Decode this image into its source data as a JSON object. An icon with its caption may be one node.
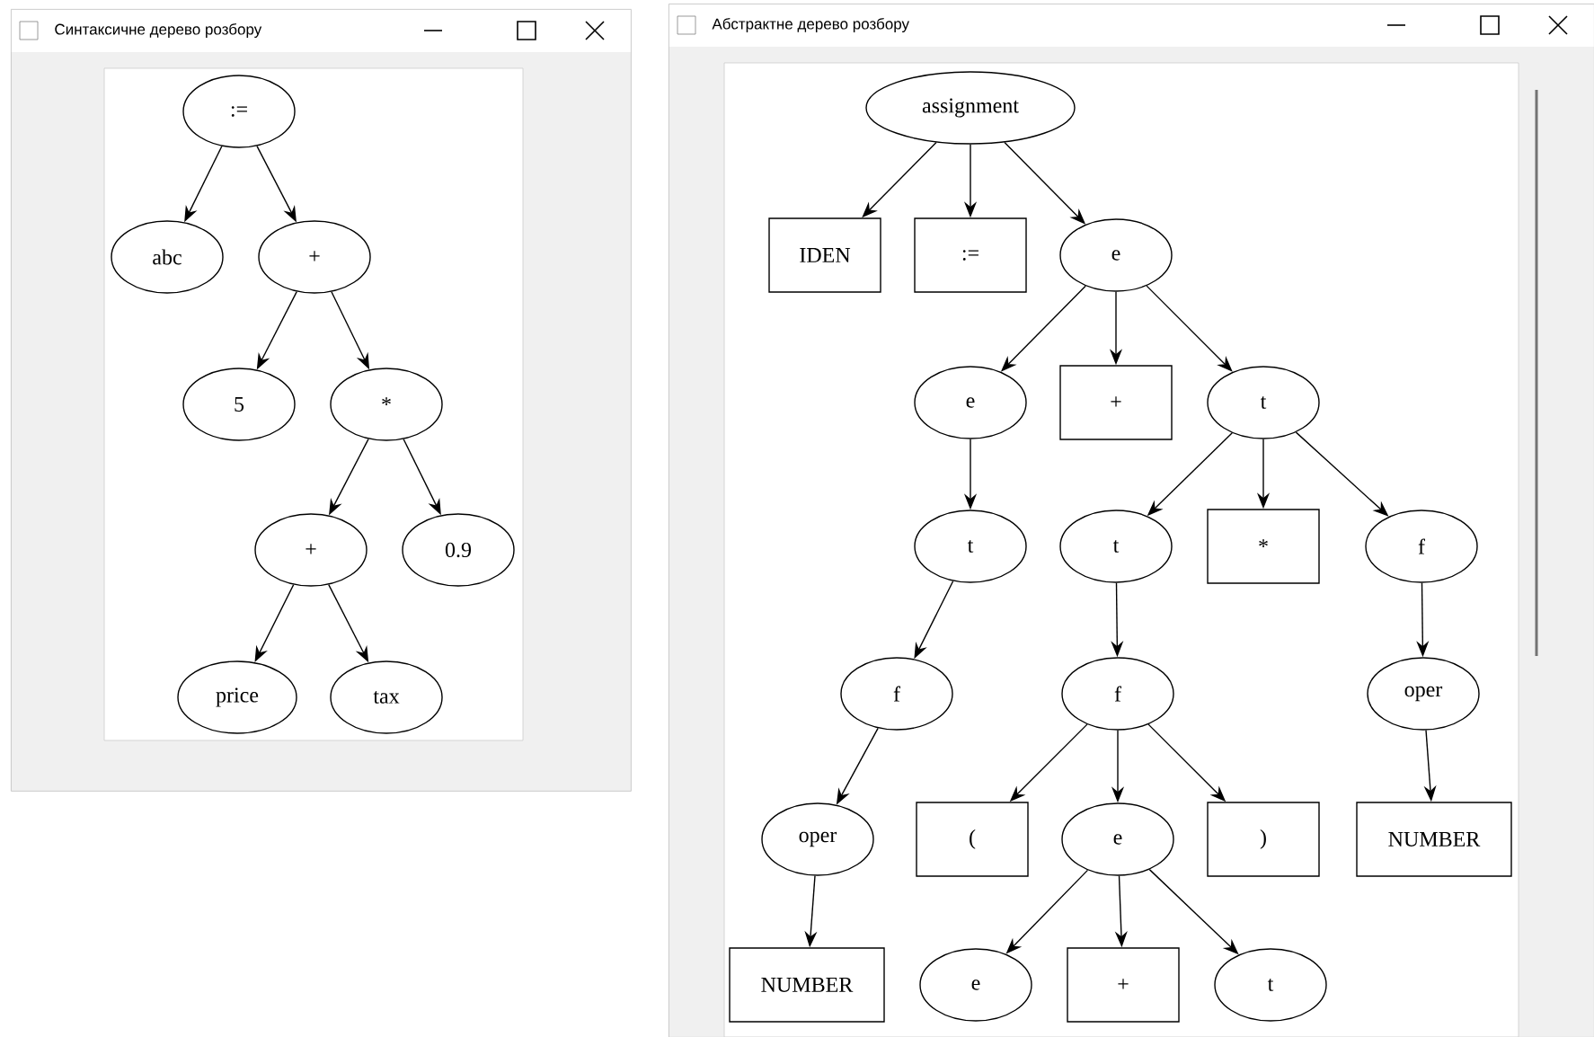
{
  "diagram": {
    "nodes": [
      {
        "text": [
          "Синтаксичне дерево розбору"
        ]
      },
      {
        "text": [
          ":="
        ],
        "in": 0
      },
      {
        "text": [
          "abc"
        ],
        "in": 0
      },
      {
        "text": [
          "+"
        ],
        "in": 0
      },
      {
        "text": [
          "5"
        ],
        "in": 0
      },
      {
        "text": [
          "*"
        ],
        "in": 0
      },
      {
        "text": [
          "+"
        ],
        "in": 0
      },
      {
        "text": [
          "0.9"
        ],
        "in": 0
      },
      {
        "text": [
          "price"
        ],
        "in": 0
      },
      {
        "text": [
          "tax"
        ],
        "in": 0
      },
      {
        "text": [
          "Абстрактне дерево розбору"
        ]
      },
      {
        "text": [
          "assignment"
        ],
        "in": 10
      },
      {
        "text": [
          "IDEN"
        ],
        "in": 10
      },
      {
        "text": [
          ":="
        ],
        "in": 10
      },
      {
        "text": [
          "e"
        ],
        "in": 10
      },
      {
        "text": [
          "e"
        ],
        "in": 10
      },
      {
        "text": [
          "+"
        ],
        "in": 10
      },
      {
        "text": [
          "t"
        ],
        "in": 10
      },
      {
        "text": [
          "t"
        ],
        "in": 10
      },
      {
        "text": [
          "t"
        ],
        "in": 10
      },
      {
        "text": [
          "*"
        ],
        "in": 10
      },
      {
        "text": [
          "f"
        ],
        "in": 10
      },
      {
        "text": [
          "f"
        ],
        "in": 10
      },
      {
        "text": [
          "f"
        ],
        "in": 10
      },
      {
        "text": [
          "oper"
        ],
        "in": 10
      },
      {
        "text": [
          "oper"
        ],
        "in": 10
      },
      {
        "text": [
          "("
        ],
        "in": 10
      },
      {
        "text": [
          "e"
        ],
        "in": 10
      },
      {
        "text": [
          ")"
        ],
        "in": 10
      },
      {
        "text": [
          "NUMBER"
        ],
        "in": 10
      },
      {
        "text": [
          "NUMBER"
        ],
        "in": 10
      },
      {
        "text": [
          "e"
        ],
        "in": 10
      },
      {
        "text": [
          "+"
        ],
        "in": 10
      },
      {
        "text": [
          "t"
        ],
        "in": 10
      }
    ],
    "edges": [
      {
        "from": 1,
        "to": 2,
        "arrow": "to"
      },
      {
        "from": 1,
        "to": 3,
        "arrow": "to"
      },
      {
        "from": 3,
        "to": 4,
        "arrow": "to"
      },
      {
        "from": 3,
        "to": 5,
        "arrow": "to"
      },
      {
        "from": 5,
        "to": 6,
        "arrow": "to"
      },
      {
        "from": 5,
        "to": 7,
        "arrow": "to"
      },
      {
        "from": 6,
        "to": 8,
        "arrow": "to"
      },
      {
        "from": 6,
        "to": 9,
        "arrow": "to"
      },
      {
        "from": 11,
        "to": 12,
        "arrow": "to"
      },
      {
        "from": 11,
        "to": 13,
        "arrow": "to"
      },
      {
        "from": 11,
        "to": 14,
        "arrow": "to"
      },
      {
        "from": 14,
        "to": 15,
        "arrow": "to"
      },
      {
        "from": 14,
        "to": 16,
        "arrow": "to"
      },
      {
        "from": 14,
        "to": 17,
        "arrow": "to"
      },
      {
        "from": 15,
        "to": 18,
        "arrow": "to"
      },
      {
        "from": 17,
        "to": 19,
        "arrow": "to"
      },
      {
        "from": 17,
        "to": 20,
        "arrow": "to"
      },
      {
        "from": 17,
        "to": 21,
        "arrow": "to"
      },
      {
        "from": 18,
        "to": 22,
        "arrow": "to"
      },
      {
        "from": 19,
        "to": 23,
        "arrow": "to"
      },
      {
        "from": 21,
        "to": 24,
        "arrow": "to"
      },
      {
        "from": 22,
        "to": 25,
        "arrow": "to"
      },
      {
        "from": 23,
        "to": 26,
        "arrow": "to"
      },
      {
        "from": 23,
        "to": 27,
        "arrow": "to"
      },
      {
        "from": 23,
        "to": 28,
        "arrow": "to"
      },
      {
        "from": 24,
        "to": 29,
        "arrow": "to"
      },
      {
        "from": 25,
        "to": 30,
        "arrow": "to"
      },
      {
        "from": 27,
        "to": 31,
        "arrow": "to"
      },
      {
        "from": 27,
        "to": 32,
        "arrow": "to"
      },
      {
        "from": 27,
        "to": 33,
        "arrow": "to"
      }
    ]
  }
}
